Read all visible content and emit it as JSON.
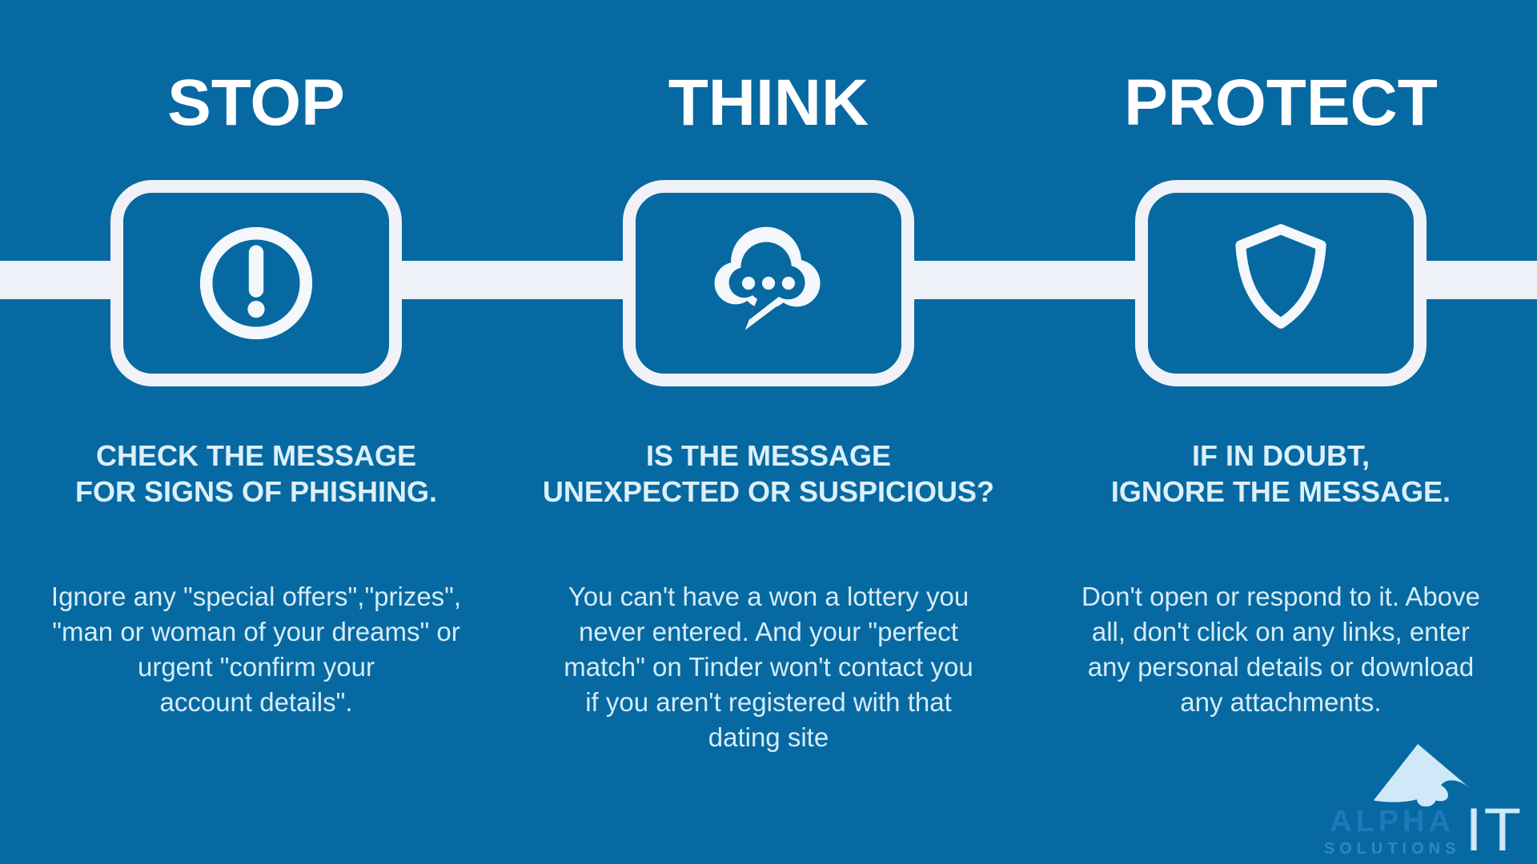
{
  "poster": {
    "background_color": "#0769a2",
    "connector_band_color": "#eef1f7",
    "title_color": "#ffffff",
    "subtitle_color": "#dcf0fa",
    "body_color": "#d5ecf7"
  },
  "columns": [
    {
      "title": "STOP",
      "icon": "alert-circle-icon",
      "subtitle": "CHECK THE MESSAGE\nFOR SIGNS OF PHISHING.",
      "body": "Ignore any \"special offers\",\"prizes\",\n\"man or woman of your dreams\" or\nurgent \"confirm your\naccount details\"."
    },
    {
      "title": "THINK",
      "icon": "thought-bubble-icon",
      "subtitle": "IS THE MESSAGE\nUNEXPECTED OR SUSPICIOUS?",
      "body": "You can't have a won a lottery you\nnever entered. And your \"perfect\nmatch\" on Tinder won't contact you\nif you aren't registered with that\ndating site"
    },
    {
      "title": "PROTECT",
      "icon": "shield-icon",
      "subtitle": "IF IN DOUBT,\nIGNORE THE MESSAGE.",
      "body": "Don't open or respond to it. Above\nall, don't click on any links, enter\nany personal details or download\nany attachments."
    }
  ],
  "logo": {
    "brand": "ALPHA",
    "sub": "SOLUTIONS",
    "suffix": "IT",
    "mark_color": "#cfe9f8",
    "brand_color": "#1f78ba",
    "sub_color": "#2f86c6"
  }
}
